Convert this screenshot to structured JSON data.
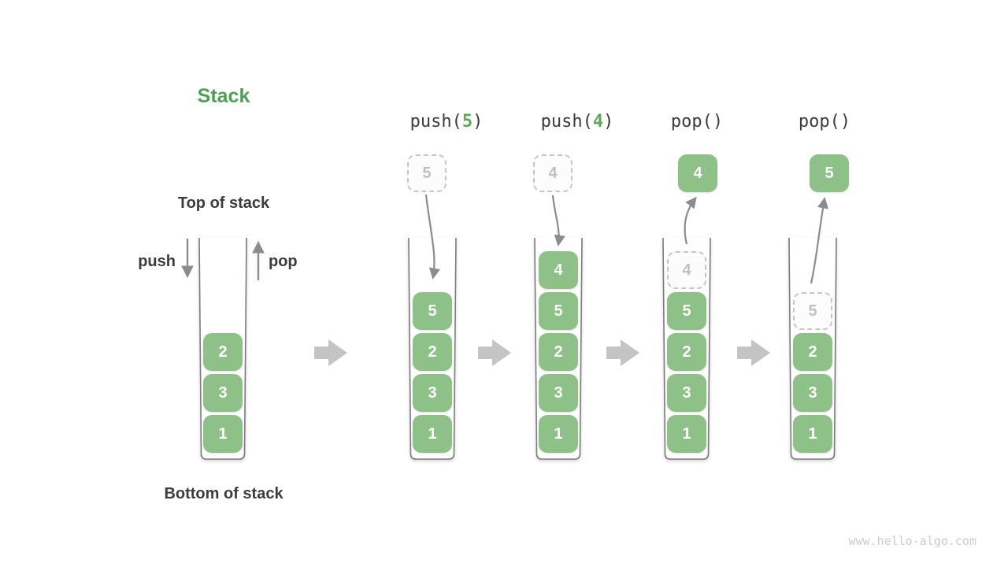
{
  "title": "Stack",
  "labels": {
    "top_of_stack": "Top of stack",
    "bottom_of_stack": "Bottom of stack",
    "push": "push",
    "pop": "pop"
  },
  "watermark": "www.hello-algo.com",
  "colors": {
    "accent_green": "#4CA053",
    "box_green": "#8EC188",
    "arg_green": "#5BA85B",
    "text_dark": "#3C3C3C",
    "thin_arrow_gray": "#8C8C8C",
    "block_arrow_gray": "#C4C4C4",
    "container_stroke": "#7A7A7A",
    "dashed_border": "#C6C6C6",
    "dashed_text": "#C0C0C0"
  },
  "columns": [
    {
      "id": "initial-stack",
      "header": null,
      "floating": null,
      "cells": [
        {
          "value": "2",
          "slot": 2,
          "style": "solid"
        },
        {
          "value": "3",
          "slot": 3,
          "style": "solid"
        },
        {
          "value": "1",
          "slot": 4,
          "style": "solid"
        }
      ]
    },
    {
      "id": "push-5",
      "header": {
        "prefix": "push(",
        "arg": "5",
        "suffix": ")"
      },
      "floating": {
        "value": "5",
        "style": "dashed"
      },
      "flow": "into-stack",
      "cells": [
        {
          "value": "5",
          "slot": 1,
          "style": "solid"
        },
        {
          "value": "2",
          "slot": 2,
          "style": "solid"
        },
        {
          "value": "3",
          "slot": 3,
          "style": "solid"
        },
        {
          "value": "1",
          "slot": 4,
          "style": "solid"
        }
      ]
    },
    {
      "id": "push-4",
      "header": {
        "prefix": "push(",
        "arg": "4",
        "suffix": ")"
      },
      "floating": {
        "value": "4",
        "style": "dashed"
      },
      "flow": "into-stack",
      "cells": [
        {
          "value": "4",
          "slot": 0,
          "style": "solid"
        },
        {
          "value": "5",
          "slot": 1,
          "style": "solid"
        },
        {
          "value": "2",
          "slot": 2,
          "style": "solid"
        },
        {
          "value": "3",
          "slot": 3,
          "style": "solid"
        },
        {
          "value": "1",
          "slot": 4,
          "style": "solid"
        }
      ]
    },
    {
      "id": "pop-first",
      "header": {
        "prefix": "pop(",
        "arg": "",
        "suffix": ")"
      },
      "floating": {
        "value": "4",
        "style": "solid"
      },
      "flow": "out-of-stack",
      "cells": [
        {
          "value": "4",
          "slot": 0,
          "style": "dashed"
        },
        {
          "value": "5",
          "slot": 1,
          "style": "solid"
        },
        {
          "value": "2",
          "slot": 2,
          "style": "solid"
        },
        {
          "value": "3",
          "slot": 3,
          "style": "solid"
        },
        {
          "value": "1",
          "slot": 4,
          "style": "solid"
        }
      ]
    },
    {
      "id": "pop-second",
      "header": {
        "prefix": "pop(",
        "arg": "",
        "suffix": ")"
      },
      "floating": {
        "value": "5",
        "style": "solid"
      },
      "flow": "out-of-stack",
      "cells": [
        {
          "value": "5",
          "slot": 1,
          "style": "dashed"
        },
        {
          "value": "2",
          "slot": 2,
          "style": "solid"
        },
        {
          "value": "3",
          "slot": 3,
          "style": "solid"
        },
        {
          "value": "1",
          "slot": 4,
          "style": "solid"
        }
      ]
    }
  ]
}
